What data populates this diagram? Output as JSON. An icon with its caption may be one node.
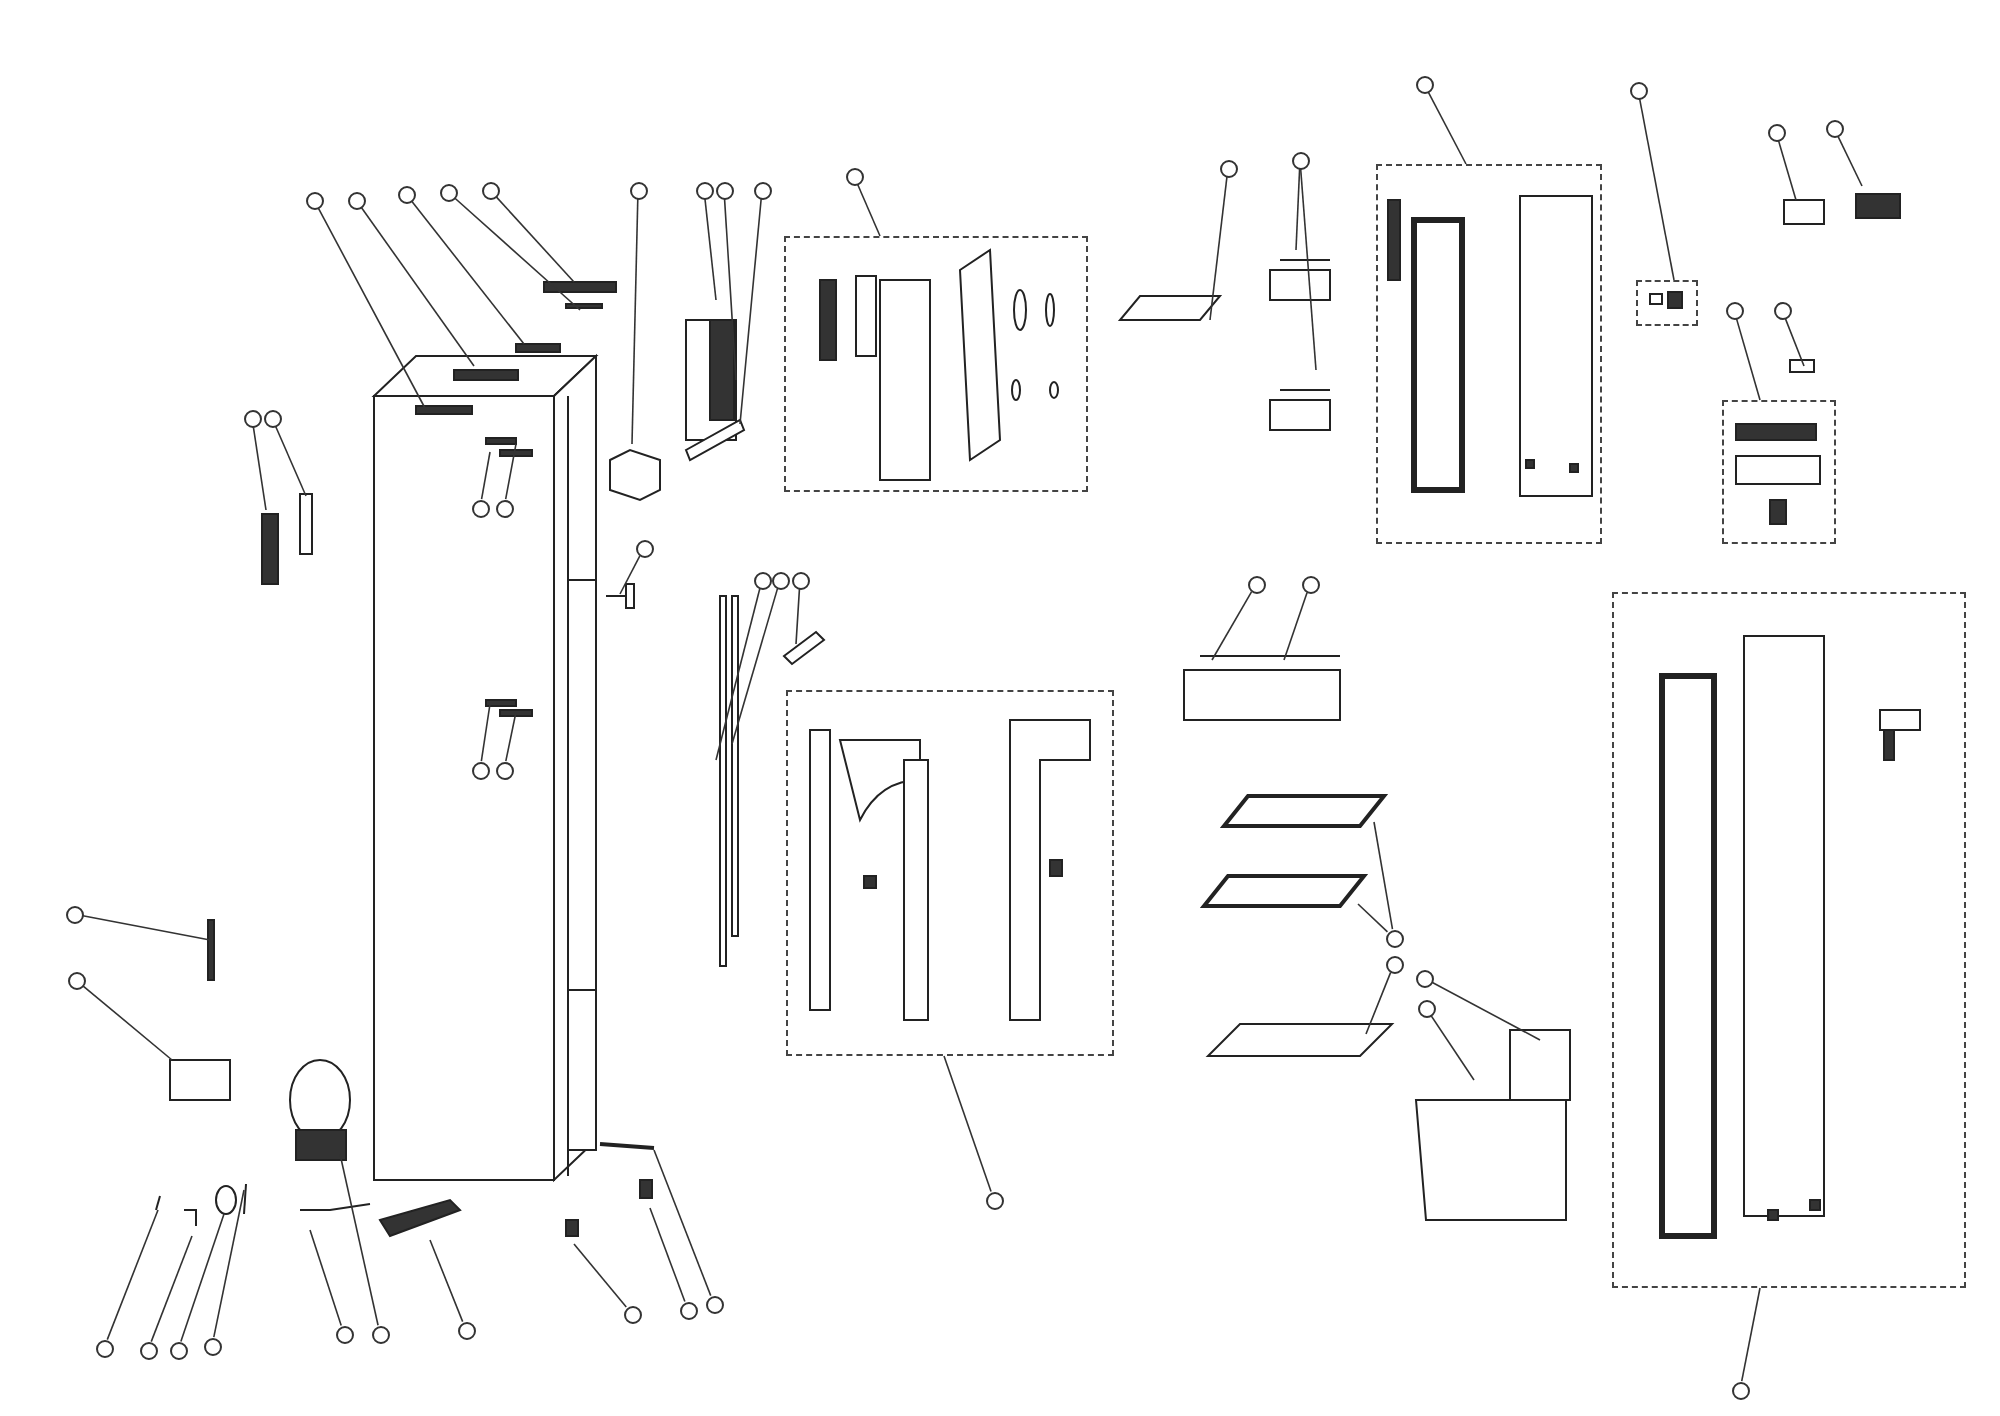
{
  "diagram": {
    "nodes": [
      {
        "text": [],
        "shape": "circle"
      },
      {
        "text": [],
        "shape": "circle"
      },
      {
        "text": [],
        "shape": "circle"
      },
      {
        "text": [],
        "shape": "circle"
      },
      {
        "text": [],
        "shape": "circle"
      },
      {
        "text": [],
        "shape": "circle"
      },
      {
        "text": [],
        "shape": "circle"
      },
      {
        "text": [],
        "shape": "circle"
      },
      {
        "text": [],
        "shape": "circle"
      },
      {
        "text": [],
        "shape": "circle"
      },
      {
        "text": [],
        "shape": "circle"
      },
      {
        "text": [],
        "shape": "circle"
      },
      {
        "text": [],
        "shape": "circle"
      },
      {
        "text": [],
        "shape": "circle"
      },
      {
        "text": [],
        "shape": "circle"
      },
      {
        "text": [],
        "shape": "circle"
      },
      {
        "text": [],
        "shape": "circle"
      },
      {
        "text": [],
        "shape": "circle"
      },
      {
        "text": [],
        "shape": "circle"
      },
      {
        "text": [],
        "shape": "circle"
      },
      {
        "text": [],
        "shape": "circle"
      },
      {
        "text": [],
        "shape": "circle"
      },
      {
        "text": [],
        "shape": "circle"
      },
      {
        "text": [],
        "shape": "circle"
      },
      {
        "text": [],
        "shape": "circle"
      },
      {
        "text": [],
        "shape": "circle"
      },
      {
        "text": [],
        "shape": "circle"
      },
      {
        "text": [],
        "shape": "circle"
      },
      {
        "text": [],
        "shape": "circle"
      },
      {
        "text": [],
        "shape": "circle"
      },
      {
        "text": [],
        "shape": "circle"
      },
      {
        "text": [],
        "shape": "circle"
      },
      {
        "text": [],
        "shape": "circle"
      },
      {
        "text": [],
        "shape": "circle"
      },
      {
        "text": [],
        "shape": "circle"
      },
      {
        "text": [],
        "shape": "circle"
      },
      {
        "text": [],
        "shape": "circle"
      },
      {
        "text": [],
        "shape": "circle"
      },
      {
        "text": [],
        "shape": "circle"
      },
      {
        "text": [],
        "shape": "circle"
      },
      {
        "text": [],
        "shape": "circle"
      },
      {
        "text": [],
        "shape": "circle"
      },
      {
        "text": [],
        "shape": "circle"
      },
      {
        "text": [],
        "shape": "circle"
      },
      {
        "text": [],
        "shape": "circle"
      },
      {
        "text": [],
        "shape": "circle"
      },
      {
        "text": [],
        "shape": "circle"
      },
      {
        "text": [],
        "shape": "circle"
      },
      {
        "text": [],
        "shape": "box"
      },
      {
        "text": [],
        "shape": "box"
      },
      {
        "text": [],
        "shape": "box"
      },
      {
        "text": [],
        "shape": "box"
      },
      {
        "text": [],
        "shape": "box"
      },
      {
        "text": [],
        "shape": "box"
      }
    ],
    "edges": [
      {
        "from": 0,
        "to": null,
        "arrow": "none"
      },
      {
        "from": 1,
        "to": null,
        "arrow": "none"
      },
      {
        "from": 2,
        "to": null,
        "arrow": "none"
      },
      {
        "from": 3,
        "to": null,
        "arrow": "none"
      },
      {
        "from": 4,
        "to": null,
        "arrow": "none"
      },
      {
        "from": 5,
        "to": null,
        "arrow": "none"
      },
      {
        "from": 6,
        "to": null,
        "arrow": "none"
      },
      {
        "from": 7,
        "to": null,
        "arrow": "none"
      },
      {
        "from": 8,
        "to": null,
        "arrow": "none"
      },
      {
        "from": 9,
        "to": 48,
        "arrow": "none"
      },
      {
        "from": 10,
        "to": null,
        "arrow": "none"
      },
      {
        "from": 11,
        "to": null,
        "arrow": "none"
      },
      {
        "from": 11,
        "to": null,
        "arrow": "none"
      },
      {
        "from": 12,
        "to": 49,
        "arrow": "none"
      },
      {
        "from": 13,
        "to": 50,
        "arrow": "none"
      },
      {
        "from": 14,
        "to": null,
        "arrow": "none"
      },
      {
        "from": 15,
        "to": null,
        "arrow": "none"
      },
      {
        "from": 16,
        "to": 51,
        "arrow": "none"
      },
      {
        "from": 17,
        "to": null,
        "arrow": "none"
      },
      {
        "from": 18,
        "to": null,
        "arrow": "none"
      },
      {
        "from": 19,
        "to": null,
        "arrow": "none"
      },
      {
        "from": 20,
        "to": null,
        "arrow": "none"
      },
      {
        "from": 21,
        "to": null,
        "arrow": "none"
      },
      {
        "from": 22,
        "to": null,
        "arrow": "none"
      },
      {
        "from": 23,
        "to": null,
        "arrow": "none"
      },
      {
        "from": 24,
        "to": null,
        "arrow": "none"
      },
      {
        "from": 25,
        "to": null,
        "arrow": "none"
      },
      {
        "from": 26,
        "to": null,
        "arrow": "none"
      },
      {
        "from": 27,
        "to": null,
        "arrow": "none"
      },
      {
        "from": 28,
        "to": null,
        "arrow": "none"
      },
      {
        "from": 29,
        "to": null,
        "arrow": "none"
      },
      {
        "from": 30,
        "to": null,
        "arrow": "none"
      },
      {
        "from": 31,
        "to": null,
        "arrow": "none"
      },
      {
        "from": 32,
        "to": null,
        "arrow": "none"
      },
      {
        "from": 32,
        "to": null,
        "arrow": "none"
      },
      {
        "from": 33,
        "to": null,
        "arrow": "none"
      },
      {
        "from": 34,
        "to": null,
        "arrow": "none"
      },
      {
        "from": 35,
        "to": null,
        "arrow": "none"
      },
      {
        "from": 36,
        "to": 53,
        "arrow": "none"
      },
      {
        "from": 37,
        "to": 52,
        "arrow": "none"
      },
      {
        "from": 38,
        "to": null,
        "arrow": "none"
      },
      {
        "from": 39,
        "to": null,
        "arrow": "none"
      },
      {
        "from": 40,
        "to": null,
        "arrow": "none"
      },
      {
        "from": 41,
        "to": null,
        "arrow": "none"
      },
      {
        "from": 42,
        "to": null,
        "arrow": "none"
      },
      {
        "from": 43,
        "to": null,
        "arrow": "none"
      },
      {
        "from": 44,
        "to": null,
        "arrow": "none"
      },
      {
        "from": 45,
        "to": null,
        "arrow": "none"
      },
      {
        "from": 46,
        "to": null,
        "arrow": "none"
      },
      {
        "from": 47,
        "to": null,
        "arrow": "none"
      }
    ]
  }
}
